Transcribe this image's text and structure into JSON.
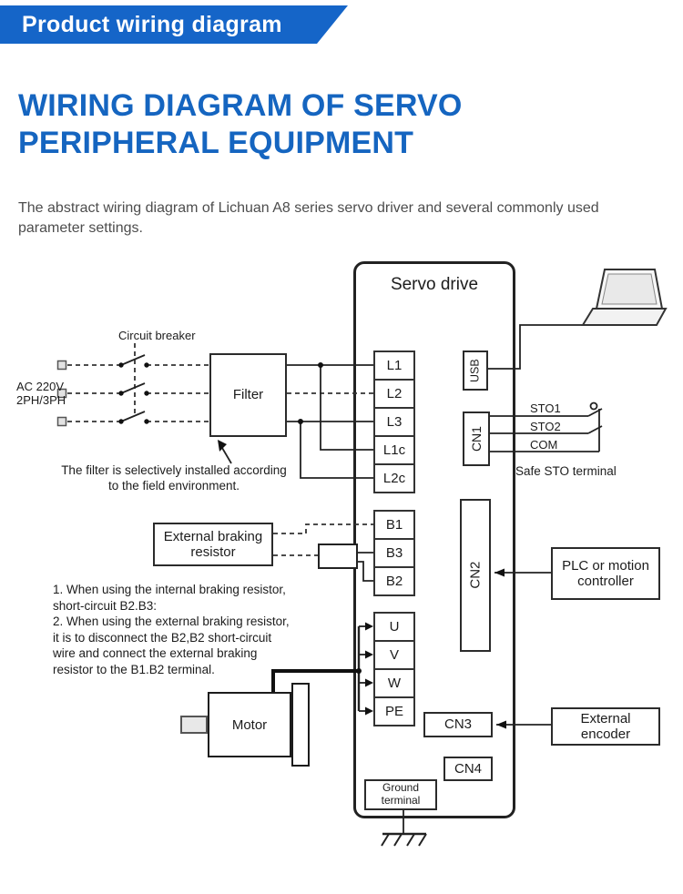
{
  "banner": {
    "title": "Product wiring diagram"
  },
  "heading": {
    "line1": "WIRING DIAGRAM OF SERVO",
    "line2": "PERIPHERAL EQUIPMENT"
  },
  "intro": "The abstract wiring diagram of Lichuan A8 series servo driver and several commonly used parameter settings.",
  "colors": {
    "banner_blue": "#1565c8",
    "heading_blue": "#1565c0"
  },
  "servo": {
    "title": "Servo drive",
    "power_terminals": [
      "L1",
      "L2",
      "L3",
      "L1c",
      "L2c"
    ],
    "brake_terminals": [
      "B1",
      "B3",
      "B2"
    ],
    "motor_terminals": [
      "U",
      "V",
      "W",
      "PE"
    ],
    "usb": "USB",
    "cn1": "CN1",
    "cn2": "CN2",
    "cn3": "CN3",
    "cn4": "CN4",
    "ground_terminal_line1": "Ground",
    "ground_terminal_line2": "terminal"
  },
  "left": {
    "ac_line1": "AC 220V",
    "ac_line2": "2PH/3PH",
    "circuit_breaker": "Circuit breaker",
    "filter": "Filter",
    "filter_note_line1": "The filter is selectively installed according",
    "filter_note_line2": "to the field environment.",
    "braking_resistor_line1": "External braking",
    "braking_resistor_line2": "resistor",
    "notes": [
      "1. When using the internal braking resistor,",
      "short-circuit B2.B3:",
      "2. When using the external braking resistor,",
      "it is to disconnect the B2,B2 short-circuit",
      "wire and connect the external braking",
      "resistor to the B1.B2 terminal."
    ],
    "motor": "Motor"
  },
  "right": {
    "sto1": "STO1",
    "sto2": "STO2",
    "com": "COM",
    "sto_caption": "Safe STO terminal",
    "plc_line1": "PLC or motion",
    "plc_line2": "controller",
    "encoder_line1": "External",
    "encoder_line2": "encoder"
  }
}
